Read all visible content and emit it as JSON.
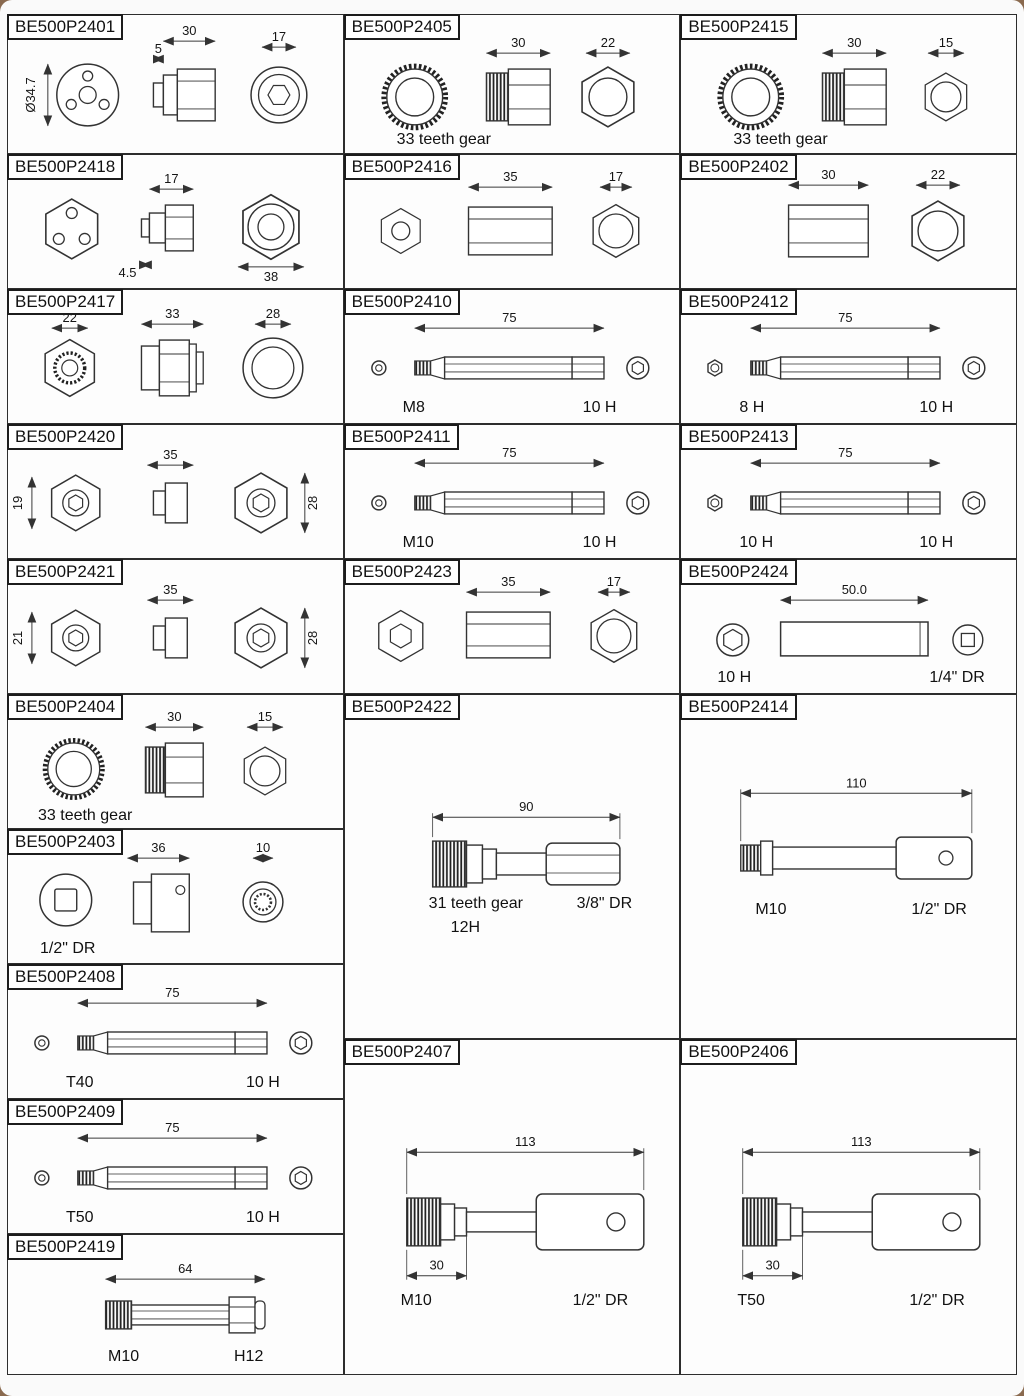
{
  "page": {
    "background": "#8a6a4f",
    "paper": "#fafafa",
    "line_color": "#333333"
  },
  "cells": {
    "p2401": {
      "part_number": "BE500P2401",
      "dia": "Ø34.7",
      "dims": [
        "5",
        "30",
        "17"
      ]
    },
    "p2418": {
      "part_number": "BE500P2418",
      "dims": [
        "17",
        "4.5",
        "38"
      ]
    },
    "p2417": {
      "part_number": "BE500P2417",
      "dims": [
        "22",
        "33",
        "28"
      ]
    },
    "p2420": {
      "part_number": "BE500P2420",
      "dims": [
        "35",
        "19",
        "28"
      ]
    },
    "p2421": {
      "part_number": "BE500P2421",
      "dims": [
        "35",
        "21",
        "28"
      ]
    },
    "p2404": {
      "part_number": "BE500P2404",
      "dims": [
        "30",
        "15"
      ],
      "caption": "33 teeth gear"
    },
    "p2403": {
      "part_number": "BE500P2403",
      "dims": [
        "36",
        "10"
      ],
      "caption": "1/2\" DR"
    },
    "p2408": {
      "part_number": "BE500P2408",
      "dims": [
        "75"
      ],
      "labels": [
        "T40",
        "10 H"
      ]
    },
    "p2409": {
      "part_number": "BE500P2409",
      "dims": [
        "75"
      ],
      "labels": [
        "T50",
        "10 H"
      ]
    },
    "p2419": {
      "part_number": "BE500P2419",
      "dims": [
        "64"
      ],
      "labels": [
        "M10",
        "H12"
      ]
    },
    "p2405": {
      "part_number": "BE500P2405",
      "dims": [
        "30",
        "22"
      ],
      "caption": "33 teeth gear"
    },
    "p2416": {
      "part_number": "BE500P2416",
      "dims": [
        "35",
        "17"
      ]
    },
    "p2410": {
      "part_number": "BE500P2410",
      "dims": [
        "75"
      ],
      "labels": [
        "M8",
        "10 H"
      ]
    },
    "p2411": {
      "part_number": "BE500P2411",
      "dims": [
        "75"
      ],
      "labels": [
        "M10",
        "10 H"
      ]
    },
    "p2423": {
      "part_number": "BE500P2423",
      "dims": [
        "35",
        "17"
      ]
    },
    "p2422": {
      "part_number": "BE500P2422",
      "dims": [
        "90"
      ],
      "labels": [
        "31 teeth gear",
        "12H",
        "3/8\" DR"
      ]
    },
    "p2407": {
      "part_number": "BE500P2407",
      "dims": [
        "113",
        "30"
      ],
      "labels": [
        "M10",
        "1/2\" DR"
      ]
    },
    "p2415": {
      "part_number": "BE500P2415",
      "dims": [
        "30",
        "15"
      ],
      "caption": "33 teeth gear"
    },
    "p2402": {
      "part_number": "BE500P2402",
      "dims": [
        "30",
        "22"
      ]
    },
    "p2412": {
      "part_number": "BE500P2412",
      "dims": [
        "75"
      ],
      "labels": [
        "8 H",
        "10 H"
      ]
    },
    "p2413": {
      "part_number": "BE500P2413",
      "dims": [
        "75"
      ],
      "labels": [
        "10 H",
        "10 H"
      ]
    },
    "p2424": {
      "part_number": "BE500P2424",
      "dims": [
        "50.0"
      ],
      "labels": [
        "10 H",
        "1/4\" DR"
      ]
    },
    "p2414": {
      "part_number": "BE500P2414",
      "dims": [
        "110"
      ],
      "labels": [
        "M10",
        "1/2\" DR"
      ]
    },
    "p2406": {
      "part_number": "BE500P2406",
      "dims": [
        "113",
        "30"
      ],
      "labels": [
        "T50",
        "1/2\" DR"
      ]
    }
  }
}
